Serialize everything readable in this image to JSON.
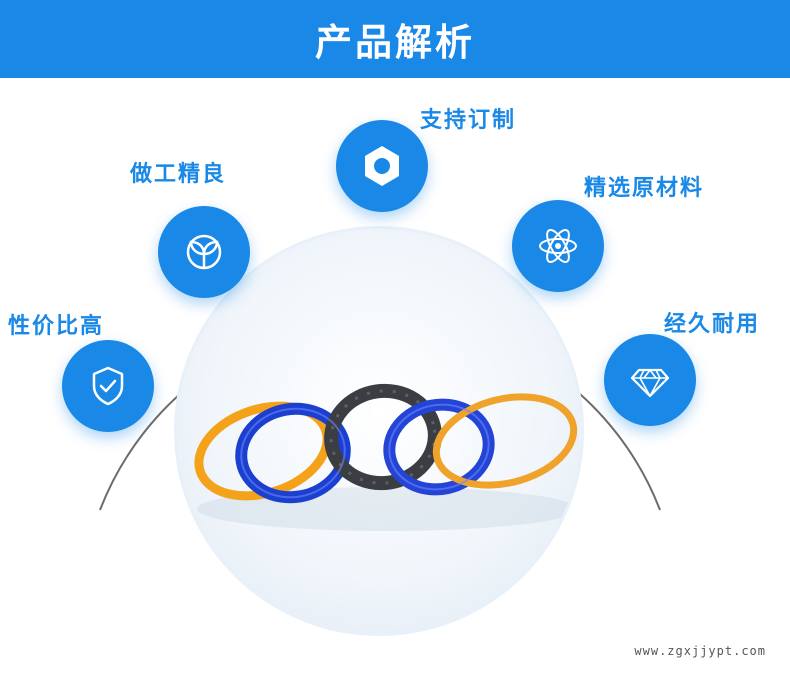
{
  "banner": {
    "title": "产品解析"
  },
  "features": [
    {
      "label": "支持订制",
      "icon": "hex-nut-icon"
    },
    {
      "label": "做工精良",
      "icon": "sprout-icon"
    },
    {
      "label": "精选原材料",
      "icon": "atom-icon"
    },
    {
      "label": "性价比高",
      "icon": "shield-check-icon"
    },
    {
      "label": "经久耐用",
      "icon": "diamond-icon"
    }
  ],
  "product": {
    "ring_colors": [
      "#f5a21b",
      "#1b3fcf",
      "#3a3d42",
      "#2444d6",
      "#f0a32a"
    ]
  },
  "colors": {
    "accent": "#1a88e6"
  },
  "watermark": "www.zgxjjypt.com"
}
